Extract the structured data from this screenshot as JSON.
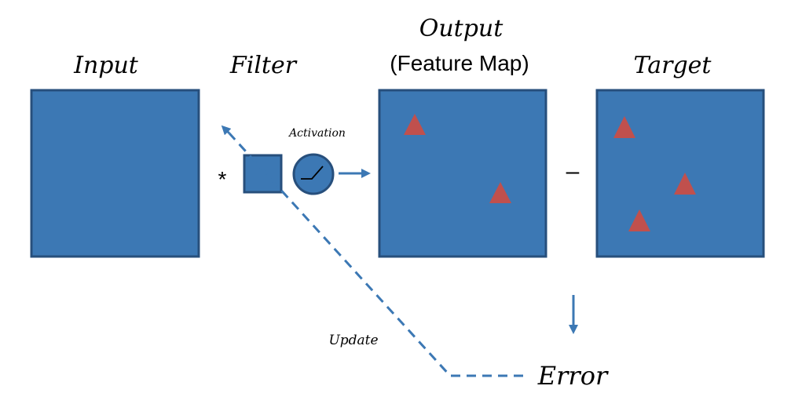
{
  "labels": {
    "input": "Input",
    "filter": "Filter",
    "output": "Output",
    "output_sub": "(Feature Map)",
    "target": "Target",
    "activation": "Activation",
    "update": "Update",
    "error": "Error",
    "convolve_symbol": "*",
    "minus_symbol": "–"
  },
  "colors": {
    "box_fill": "#3c78b4",
    "box_stroke": "#274f7c",
    "triangle_fill": "#c0504d",
    "arrow": "#3c78b4"
  }
}
